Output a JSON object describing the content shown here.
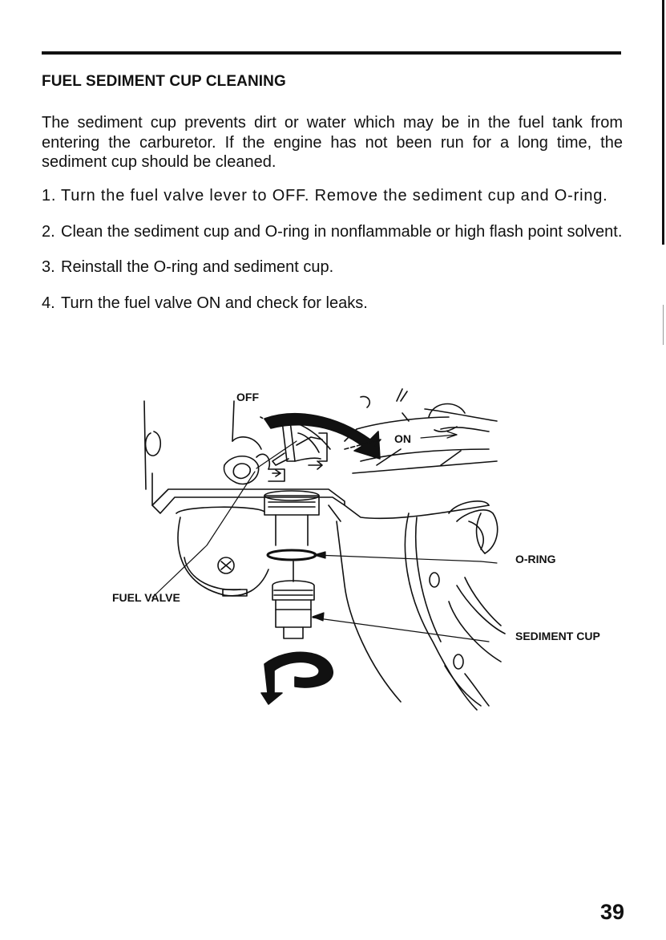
{
  "section": {
    "title": "FUEL SEDIMENT CUP CLEANING",
    "intro": "The sediment cup prevents dirt or water which may be in the fuel tank from entering the carburetor. If the engine has not been run for a long time, the sediment cup should be cleaned."
  },
  "steps": [
    {
      "number": "1.",
      "text": "Turn the fuel valve lever to OFF. Remove the sediment cup and O-ring."
    },
    {
      "number": "2.",
      "text": "Clean the sediment cup and O-ring in nonflammable or high flash point solvent."
    },
    {
      "number": "3.",
      "text": "Reinstall the O-ring and sediment cup."
    },
    {
      "number": "4.",
      "text": "Turn the fuel valve ON and check for leaks."
    }
  ],
  "figure": {
    "label_off": "OFF",
    "label_on": "ON",
    "label_o_ring": "O-RING",
    "label_fuel_valve": "FUEL VALVE",
    "label_sediment_cup": "SEDIMENT CUP"
  },
  "page_number": "39"
}
